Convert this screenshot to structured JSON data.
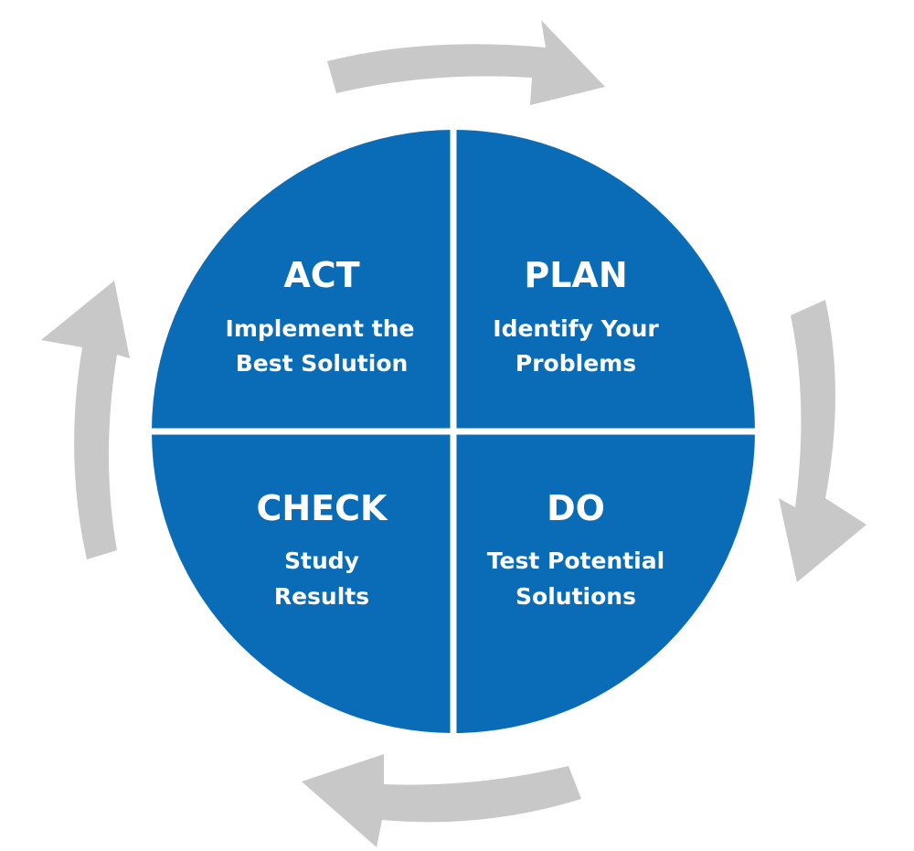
{
  "colors": {
    "circle_fill": "#0a6cb6",
    "divider": "#ffffff",
    "arrow_fill": "#c8c8c8",
    "background": "#ffffff",
    "text": "#ffffff"
  },
  "quadrants": {
    "act": {
      "title": "ACT",
      "desc_line1": "Implement the",
      "desc_line2": "Best Solution"
    },
    "plan": {
      "title": "PLAN",
      "desc_line1": "Identify Your",
      "desc_line2": "Problems"
    },
    "check": {
      "title": "CHECK",
      "desc_line1": "Study",
      "desc_line2": "Results"
    },
    "do": {
      "title": "DO",
      "desc_line1": "Test Potential",
      "desc_line2": "Solutions"
    }
  },
  "arrows": [
    {
      "icon": "curved-arrow-right-icon"
    },
    {
      "icon": "curved-arrow-down-icon"
    },
    {
      "icon": "curved-arrow-left-icon"
    },
    {
      "icon": "curved-arrow-up-icon"
    }
  ]
}
